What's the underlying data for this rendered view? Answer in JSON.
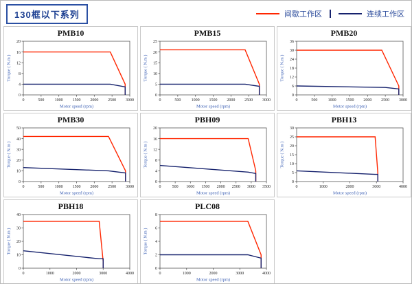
{
  "header": {
    "title": "130框以下系列"
  },
  "legend": [
    {
      "label": "间歇工作区",
      "color": "#ff2600"
    },
    {
      "label": "连续工作区",
      "color": "#16226d"
    }
  ],
  "chart_data": [
    {
      "type": "line",
      "title": "PMB10",
      "xlabel": "Motor speed (rpm)",
      "ylabel": "Torque ( N.m )",
      "xlim": [
        0,
        3000
      ],
      "xticks": [
        0,
        500,
        1000,
        1500,
        2000,
        2500,
        3000
      ],
      "ylim": [
        0,
        20
      ],
      "yticks": [
        0,
        4,
        8,
        12,
        16,
        20
      ],
      "grid": false,
      "legend_position": "none",
      "series": [
        {
          "name": "间歇工作区",
          "color": "#ff2600",
          "points": [
            [
              0,
              16
            ],
            [
              2450,
              16
            ],
            [
              2870,
              4
            ],
            [
              2870,
              0
            ]
          ]
        },
        {
          "name": "连续工作区",
          "color": "#16226d",
          "points": [
            [
              0,
              4
            ],
            [
              2450,
              4
            ],
            [
              2870,
              3
            ],
            [
              2870,
              0
            ]
          ]
        }
      ]
    },
    {
      "type": "line",
      "title": "PMB15",
      "xlabel": "Motor speed (rpm)",
      "ylabel": "Torque ( N.m )",
      "xlim": [
        0,
        3000
      ],
      "xticks": [
        0,
        500,
        1000,
        1500,
        2000,
        2500,
        3000
      ],
      "ylim": [
        0,
        25
      ],
      "yticks": [
        0,
        5,
        10,
        15,
        20,
        25
      ],
      "grid": false,
      "legend_position": "none",
      "series": [
        {
          "name": "间歇工作区",
          "color": "#ff2600",
          "points": [
            [
              0,
              21
            ],
            [
              2400,
              21
            ],
            [
              2800,
              5
            ],
            [
              2800,
              0
            ]
          ]
        },
        {
          "name": "连续工作区",
          "color": "#16226d",
          "points": [
            [
              0,
              5
            ],
            [
              2400,
              5
            ],
            [
              2800,
              4
            ],
            [
              2800,
              0
            ]
          ]
        }
      ]
    },
    {
      "type": "line",
      "title": "PMB20",
      "xlabel": "Motor speed (rpm)",
      "ylabel": "Torque ( N.m )",
      "xlim": [
        0,
        3000
      ],
      "xticks": [
        0,
        500,
        1000,
        1500,
        2000,
        2500,
        3000
      ],
      "ylim": [
        0,
        36
      ],
      "yticks": [
        0,
        6,
        12,
        18,
        24,
        30,
        36
      ],
      "grid": false,
      "legend_position": "none",
      "series": [
        {
          "name": "间歇工作区",
          "color": "#ff2600",
          "points": [
            [
              0,
              30
            ],
            [
              2400,
              30
            ],
            [
              2880,
              6
            ],
            [
              2880,
              0
            ]
          ]
        },
        {
          "name": "连续工作区",
          "color": "#16226d",
          "points": [
            [
              0,
              6
            ],
            [
              2500,
              5
            ],
            [
              2880,
              4
            ],
            [
              2880,
              0
            ]
          ]
        }
      ]
    },
    {
      "type": "line",
      "title": "PMB30",
      "xlabel": "Motor speed (rpm)",
      "ylabel": "Torque ( N.m )",
      "xlim": [
        0,
        3000
      ],
      "xticks": [
        0,
        500,
        1000,
        1500,
        2000,
        2500,
        3000
      ],
      "ylim": [
        0,
        50
      ],
      "yticks": [
        0,
        10,
        20,
        30,
        40,
        50
      ],
      "grid": false,
      "legend_position": "none",
      "series": [
        {
          "name": "间歇工作区",
          "color": "#ff2600",
          "points": [
            [
              0,
              42
            ],
            [
              2400,
              42
            ],
            [
              2880,
              10
            ],
            [
              2880,
              0
            ]
          ]
        },
        {
          "name": "连续工作区",
          "color": "#16226d",
          "points": [
            [
              0,
              13
            ],
            [
              2400,
              10
            ],
            [
              2880,
              8
            ],
            [
              2880,
              0
            ]
          ]
        }
      ]
    },
    {
      "type": "line",
      "title": "PBH09",
      "xlabel": "Motor speed (rpm)",
      "ylabel": "Torque ( N.m )",
      "xlim": [
        0,
        3500
      ],
      "xticks": [
        0,
        500,
        1000,
        1500,
        2000,
        2500,
        3000,
        3500
      ],
      "ylim": [
        0,
        20
      ],
      "yticks": [
        0,
        4,
        8,
        12,
        16,
        20
      ],
      "grid": false,
      "legend_position": "none",
      "series": [
        {
          "name": "间歇工作区",
          "color": "#ff2600",
          "points": [
            [
              0,
              16
            ],
            [
              2900,
              16
            ],
            [
              3150,
              4
            ],
            [
              3150,
              0
            ]
          ]
        },
        {
          "name": "连续工作区",
          "color": "#16226d",
          "points": [
            [
              0,
              6
            ],
            [
              2900,
              3.5
            ],
            [
              3150,
              3
            ],
            [
              3150,
              0
            ]
          ]
        }
      ]
    },
    {
      "type": "line",
      "title": "PBH13",
      "xlabel": "Motor speed (rpm)",
      "ylabel": "Torque ( N.m )",
      "xlim": [
        0,
        4000
      ],
      "xticks": [
        0,
        1000,
        2000,
        3000,
        4000
      ],
      "ylim": [
        0,
        30
      ],
      "yticks": [
        0,
        5,
        10,
        15,
        20,
        25,
        30
      ],
      "grid": false,
      "legend_position": "none",
      "series": [
        {
          "name": "间歇工作区",
          "color": "#ff2600",
          "points": [
            [
              0,
              25
            ],
            [
              2950,
              25
            ],
            [
              3050,
              5
            ],
            [
              3050,
              0
            ]
          ]
        },
        {
          "name": "连续工作区",
          "color": "#16226d",
          "points": [
            [
              0,
              6
            ],
            [
              2950,
              4
            ],
            [
              3050,
              4
            ],
            [
              3050,
              0
            ]
          ]
        }
      ]
    },
    {
      "type": "line",
      "title": "PBH18",
      "xlabel": "Motor speed (rpm)",
      "ylabel": "Torque ( N.m )",
      "xlim": [
        0,
        4000
      ],
      "xticks": [
        0,
        1000,
        2000,
        3000,
        4000
      ],
      "ylim": [
        0,
        40
      ],
      "yticks": [
        0,
        10,
        20,
        30,
        40
      ],
      "grid": false,
      "legend_position": "none",
      "series": [
        {
          "name": "间歇工作区",
          "color": "#ff2600",
          "points": [
            [
              0,
              35
            ],
            [
              2850,
              35
            ],
            [
              3000,
              5
            ],
            [
              3000,
              0
            ]
          ]
        },
        {
          "name": "连续工作区",
          "color": "#16226d",
          "points": [
            [
              0,
              13
            ],
            [
              2850,
              7
            ],
            [
              3000,
              7
            ],
            [
              3000,
              0
            ]
          ]
        }
      ]
    },
    {
      "type": "line",
      "title": "PLC08",
      "xlabel": "Motor speed (rpm)",
      "ylabel": "Torque ( N.m )",
      "xlim": [
        0,
        4000
      ],
      "xticks": [
        0,
        1000,
        2000,
        3000,
        4000
      ],
      "ylim": [
        0,
        8
      ],
      "yticks": [
        0,
        2,
        4,
        6,
        8
      ],
      "grid": false,
      "legend_position": "none",
      "series": [
        {
          "name": "间歇工作区",
          "color": "#ff2600",
          "points": [
            [
              0,
              7
            ],
            [
              3300,
              7
            ],
            [
              3800,
              2
            ],
            [
              3800,
              0
            ]
          ]
        },
        {
          "name": "连续工作区",
          "color": "#16226d",
          "points": [
            [
              0,
              2
            ],
            [
              3300,
              2
            ],
            [
              3800,
              1.5
            ],
            [
              3800,
              0
            ]
          ]
        }
      ]
    }
  ]
}
